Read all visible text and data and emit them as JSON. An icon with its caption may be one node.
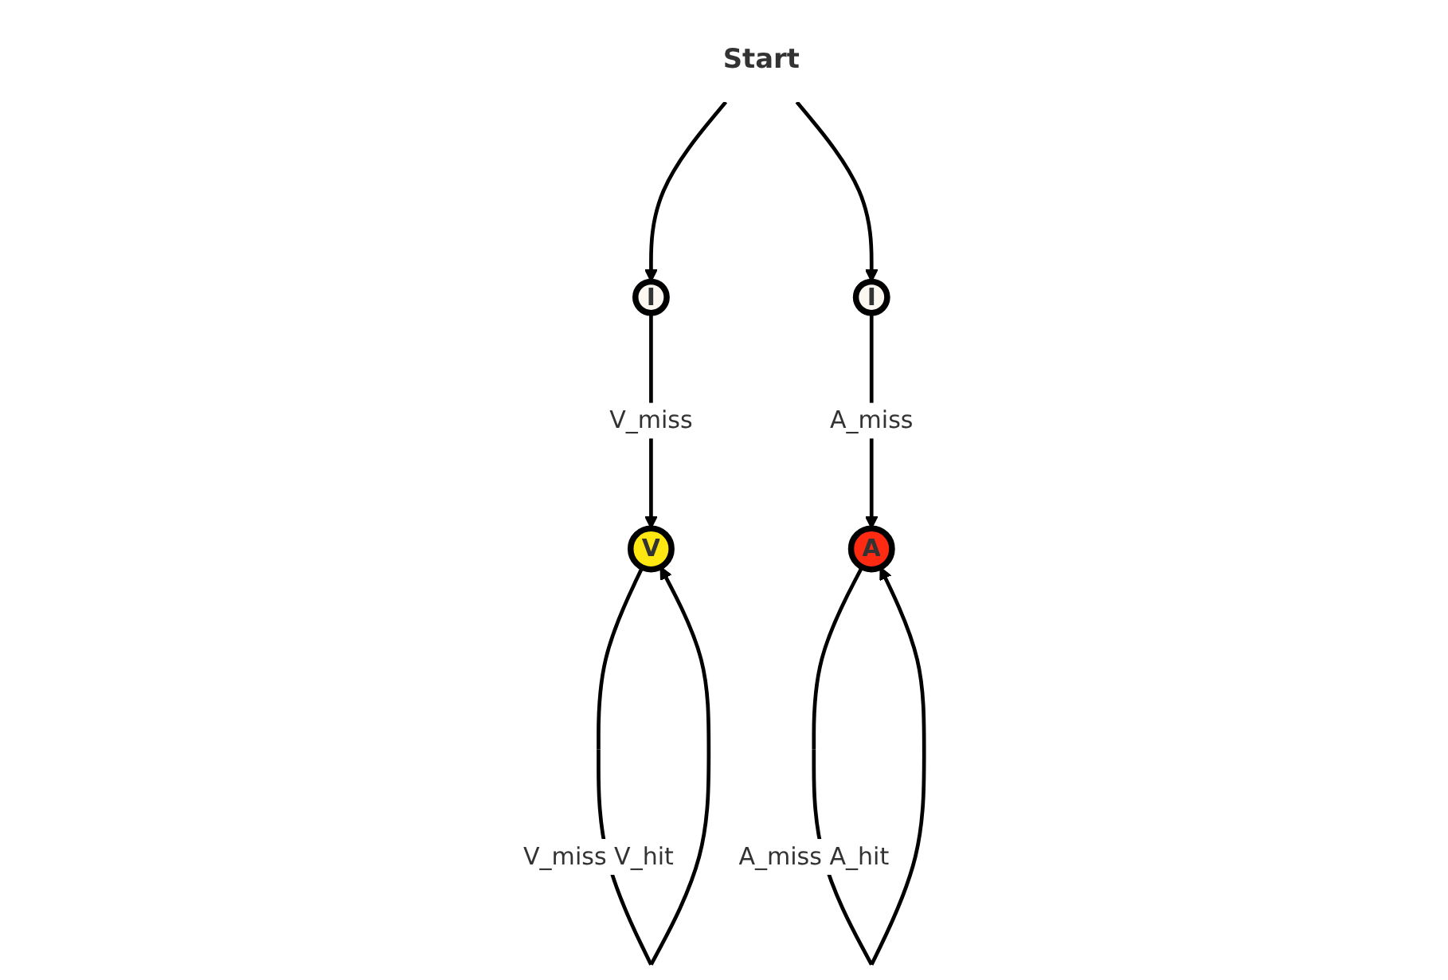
{
  "diagram": {
    "nodes": [
      {
        "text": [
          "Start"
        ]
      },
      {
        "text": [
          "I"
        ]
      },
      {
        "text": [
          "I"
        ]
      },
      {
        "text": [
          "V"
        ]
      },
      {
        "text": [
          "A"
        ]
      }
    ],
    "edges": [
      {
        "from": 0,
        "to": 1,
        "arrow": "to"
      },
      {
        "from": 0,
        "to": 2,
        "arrow": "to"
      },
      {
        "from": 1,
        "to": 3,
        "label": "V_miss",
        "arrow": "to"
      },
      {
        "from": 2,
        "to": 4,
        "label": "A_miss",
        "arrow": "to"
      },
      {
        "from": 3,
        "to": 3,
        "label": "V_miss V_hit",
        "arrow": "to"
      },
      {
        "from": 4,
        "to": 4,
        "label": "A_miss A_hit",
        "arrow": "to"
      }
    ]
  }
}
